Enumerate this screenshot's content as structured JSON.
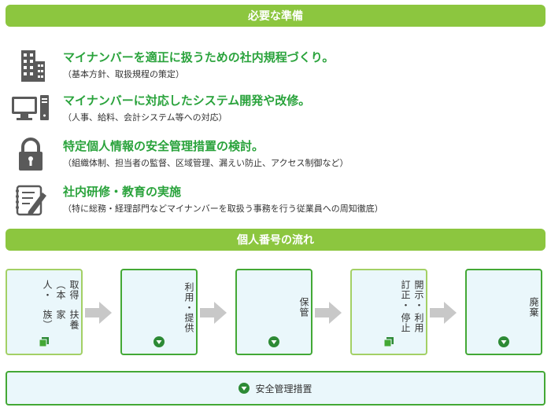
{
  "sections": {
    "preparation_title": "必要な準備",
    "flow_title": "個人番号の流れ"
  },
  "preparation": [
    {
      "icon": "building-icon",
      "title": "マイナンバーを適正に扱うための社内規程づくり。",
      "subtitle": "（基本方針、取扱規程の策定）"
    },
    {
      "icon": "computer-icon",
      "title": "マイナンバーに対応したシステム開発や改修。",
      "subtitle": "（人事、給料、会計システム等への対応）"
    },
    {
      "icon": "lock-icon",
      "title": "特定個人情報の安全管理措置の検討。",
      "subtitle": "（組織体制、担当者の監督、区域管理、漏えい防止、アクセス制御など）"
    },
    {
      "icon": "notebook-pen-icon",
      "title": "社内研修・教育の実施",
      "subtitle": "（特に総務・経理部門などマイナンバーを取扱う事務を行う従業員への周知徹底）"
    }
  ],
  "flow": [
    {
      "label": "取得（本人・扶養家族）",
      "col1": "取得（本人・",
      "col2": "扶養家族）",
      "icon": "copy-icon"
    },
    {
      "label": "利用・提供",
      "col1": "利用・提供",
      "col2": "",
      "icon": "chevron-down-circle-icon"
    },
    {
      "label": "保管",
      "col1": "保管",
      "col2": "",
      "icon": "chevron-down-circle-icon"
    },
    {
      "label": "開示・訂正・利用停止",
      "col1": "開示・訂正・",
      "col2": "利用停止",
      "icon": "copy-icon"
    },
    {
      "label": "廃棄",
      "col1": "廃棄",
      "col2": "",
      "icon": "chevron-down-circle-icon"
    }
  ],
  "safety_measures": {
    "label": "安全管理措置",
    "icon": "chevron-down-circle-icon"
  },
  "colors": {
    "accent_green": "#8cc63f",
    "title_green": "#2aa33c",
    "border_green": "#43a835",
    "box_bg": "#eaf7fb",
    "icon_gray": "#5a5a5a",
    "arrow_gray": "#c8c8c8"
  }
}
